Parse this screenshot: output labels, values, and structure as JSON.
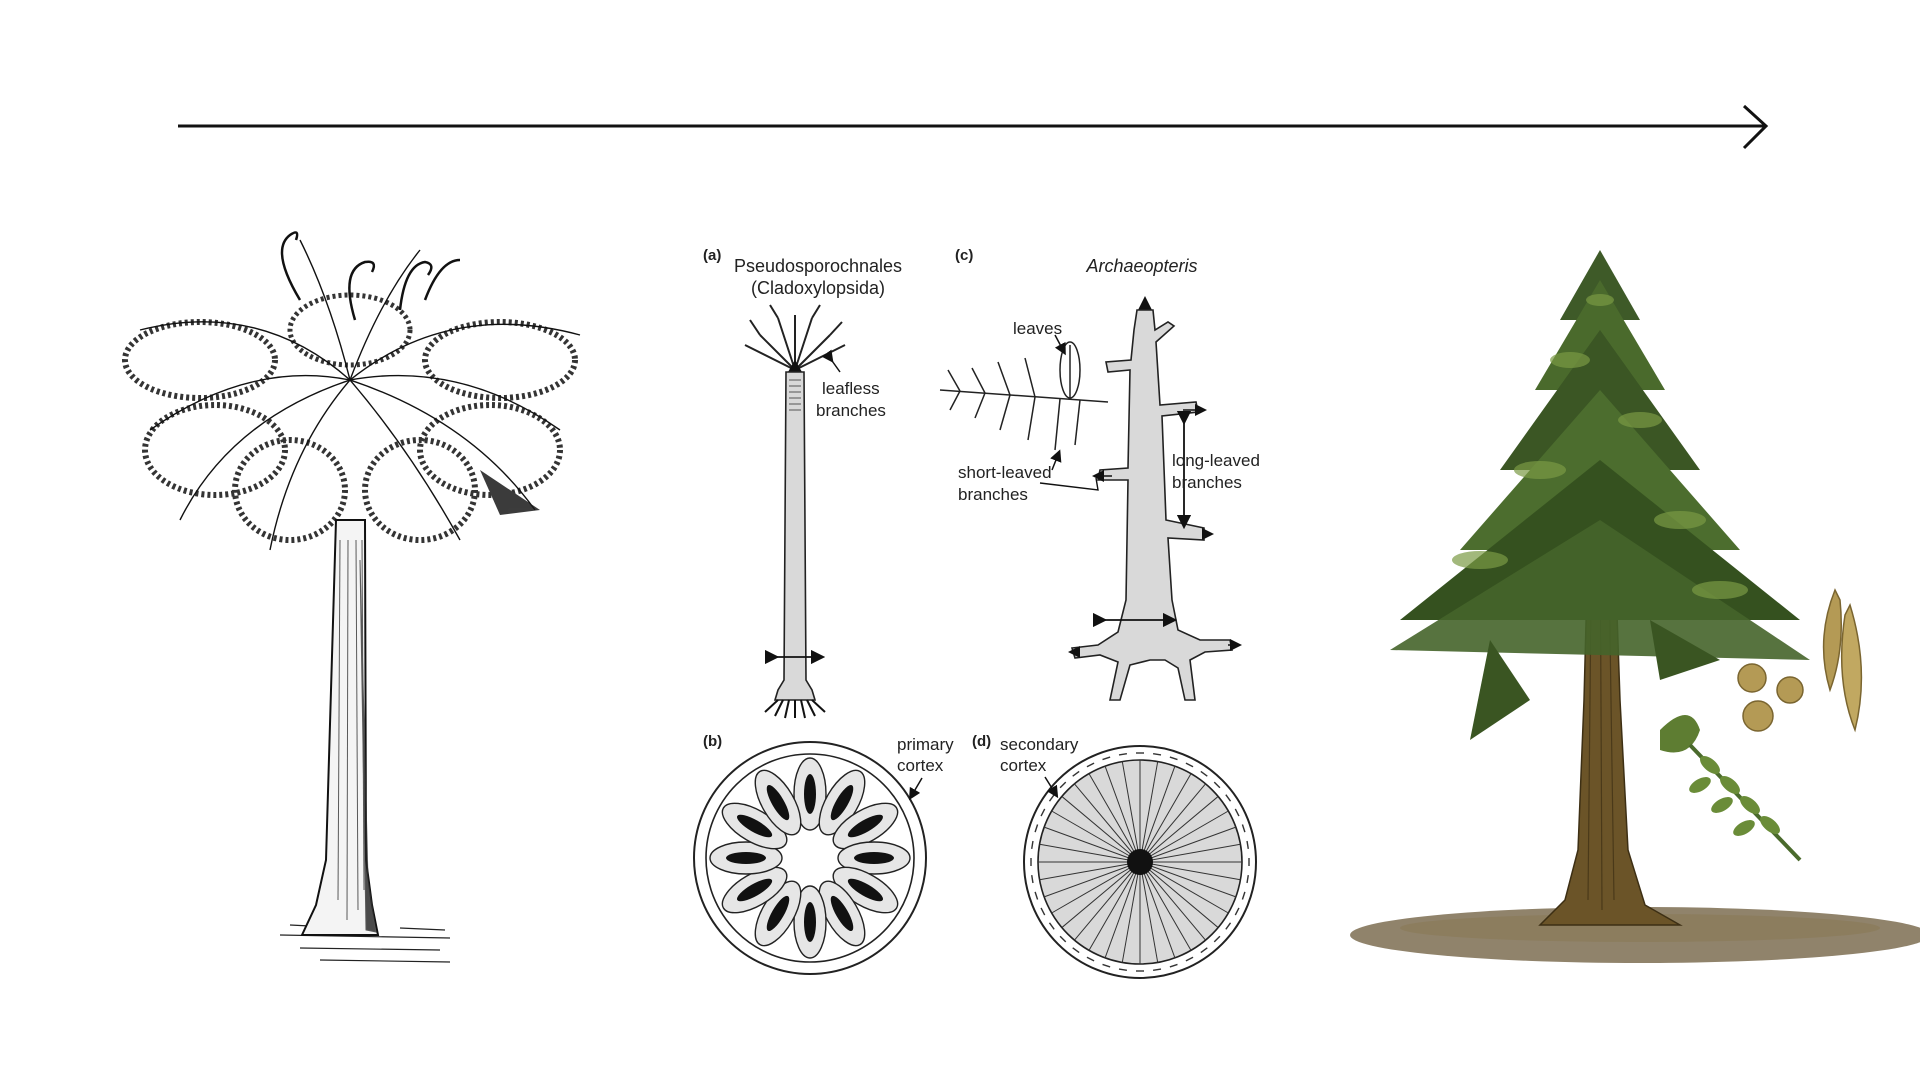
{
  "timeline": {
    "direction_arrow": "right-pointing-arrow"
  },
  "left_tree": {
    "icon": "tree-fern-engraving"
  },
  "right_tree": {
    "icon": "conifer-illustration"
  },
  "diagram": {
    "panel_a": {
      "letter": "(a)",
      "title_line1": "Pseudosporochnales",
      "title_line2": "(Cladoxylopsida)",
      "annotation_line1": "leafless",
      "annotation_line2": "branches"
    },
    "panel_b": {
      "letter": "(b)",
      "annotation_line1": "primary",
      "annotation_line2": "cortex"
    },
    "panel_c": {
      "letter": "(c)",
      "title": "Archaeopteris",
      "leaves_label": "leaves",
      "short_leaved_line1": "short-leaved",
      "short_leaved_line2": "branches",
      "long_leaved_line1": "long-leaved",
      "long_leaved_line2": "branches"
    },
    "panel_d": {
      "letter": "(d)",
      "annotation_line1": "secondary",
      "annotation_line2": "cortex"
    }
  },
  "colors": {
    "ink": "#111111",
    "diagram_fill": "#d9d9d9",
    "conifer_dark": "#2f4a22",
    "conifer_light": "#6e8c3a",
    "trunk": "#6b5428",
    "seed": "#b49a55"
  }
}
